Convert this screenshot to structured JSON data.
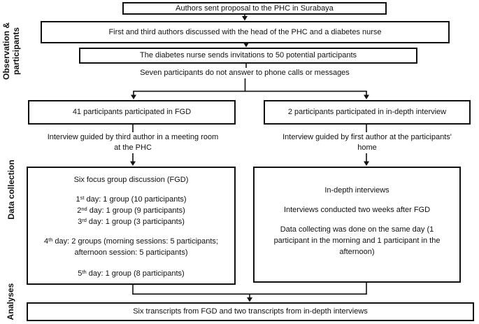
{
  "section_labels": {
    "observation": "Observation &\nparticipants",
    "data_collection": "Data collection",
    "analyses": "Analyses"
  },
  "flow": {
    "proposal_box": "Authors sent proposal to the PHC in Surabaya",
    "discussion_box": "First and third authors discussed with the head of  the PHC and a diabetes nurse",
    "invitation_box": "The diabetes nurse sends invitations to 50 potential participants",
    "dropout_note": "Seven participants do not answer to phone calls or messages",
    "fgd": {
      "participants_box": "41 participants participated in FGD",
      "guide_note": "Interview guided by third author in a meeting room\nat the PHC",
      "details": {
        "title": "Six focus group discussion (FGD)",
        "days": [
          {
            "num": "1",
            "suffix": "st",
            "rest": " day: 1 group (10 participants)"
          },
          {
            "num": "2",
            "suffix": "nd",
            "rest": " day: 1 group (9 participants)"
          },
          {
            "num": "3",
            "suffix": "rd",
            "rest": " day: 1 group (3 participants)"
          },
          {
            "num": "4",
            "suffix": "th",
            "rest": " day: 2 groups (morning sessions: 5 participants;",
            "rest2": "afternoon session: 5 participants)"
          },
          {
            "num": "5",
            "suffix": "th",
            "rest": " day: 1 group (8 participants)"
          }
        ]
      }
    },
    "indepth": {
      "participants_box": "2 participants participated in in-depth interview",
      "guide_note": "Interview guided by first author at the participants'\nhome",
      "details": {
        "line1": "In-depth interviews",
        "line2": "Interviews conducted  two weeks after FGD",
        "line3": "Data collecting was done on the same day (1\nparticipant in the morning and 1 participant in the\nafternoon)"
      }
    },
    "analysis_box": "Six transcripts from FGD and two transcripts from in-depth interviews"
  },
  "colors": {
    "line": "#111111",
    "text": "#111111",
    "background": "#ffffff"
  }
}
